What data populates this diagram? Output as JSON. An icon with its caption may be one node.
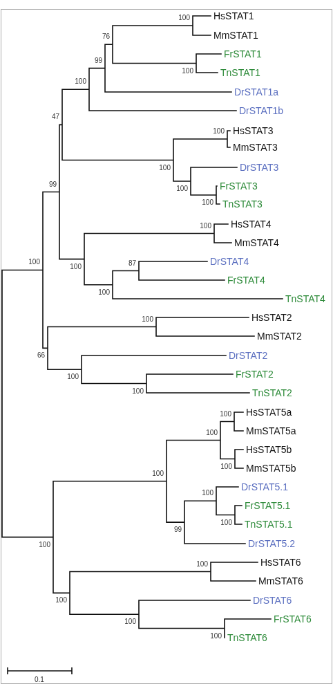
{
  "diagram": {
    "labels": [
      "HsSTAT1",
      "100",
      "MmSTAT1",
      "76",
      "FrSTAT1",
      "99",
      "100",
      "TnSTAT1",
      "100",
      "DrSTAT1a",
      "DrSTAT1b",
      "47",
      "HsSTAT3",
      "100",
      "MmSTAT3",
      "DrSTAT3",
      "100",
      "99",
      "FrSTAT3",
      "100",
      "100",
      "TnSTAT3",
      "HsSTAT4",
      "100",
      "MmSTAT4",
      "DrSTAT4",
      "87",
      "100",
      "100",
      "FrSTAT4",
      "100",
      "TnSTAT4",
      "HsSTAT2",
      "100",
      "MmSTAT2",
      "DrSTAT2",
      "66",
      "FrSTAT2",
      "100",
      "100",
      "TnSTAT2",
      "HsSTAT5a",
      "100",
      "MmSTAT5a",
      "100",
      "HsSTAT5b",
      "100",
      "MmSTAT5b",
      "100",
      "DrSTAT5.1",
      "100",
      "FrSTAT5.1",
      "100",
      "TnSTAT5.1",
      "99",
      "DrSTAT5.2",
      "100",
      "HsSTAT6",
      "100",
      "MmSTAT6",
      "DrSTAT6",
      "100",
      "FrSTAT6",
      "100",
      "100",
      "TnSTAT6",
      "0.1"
    ]
  }
}
